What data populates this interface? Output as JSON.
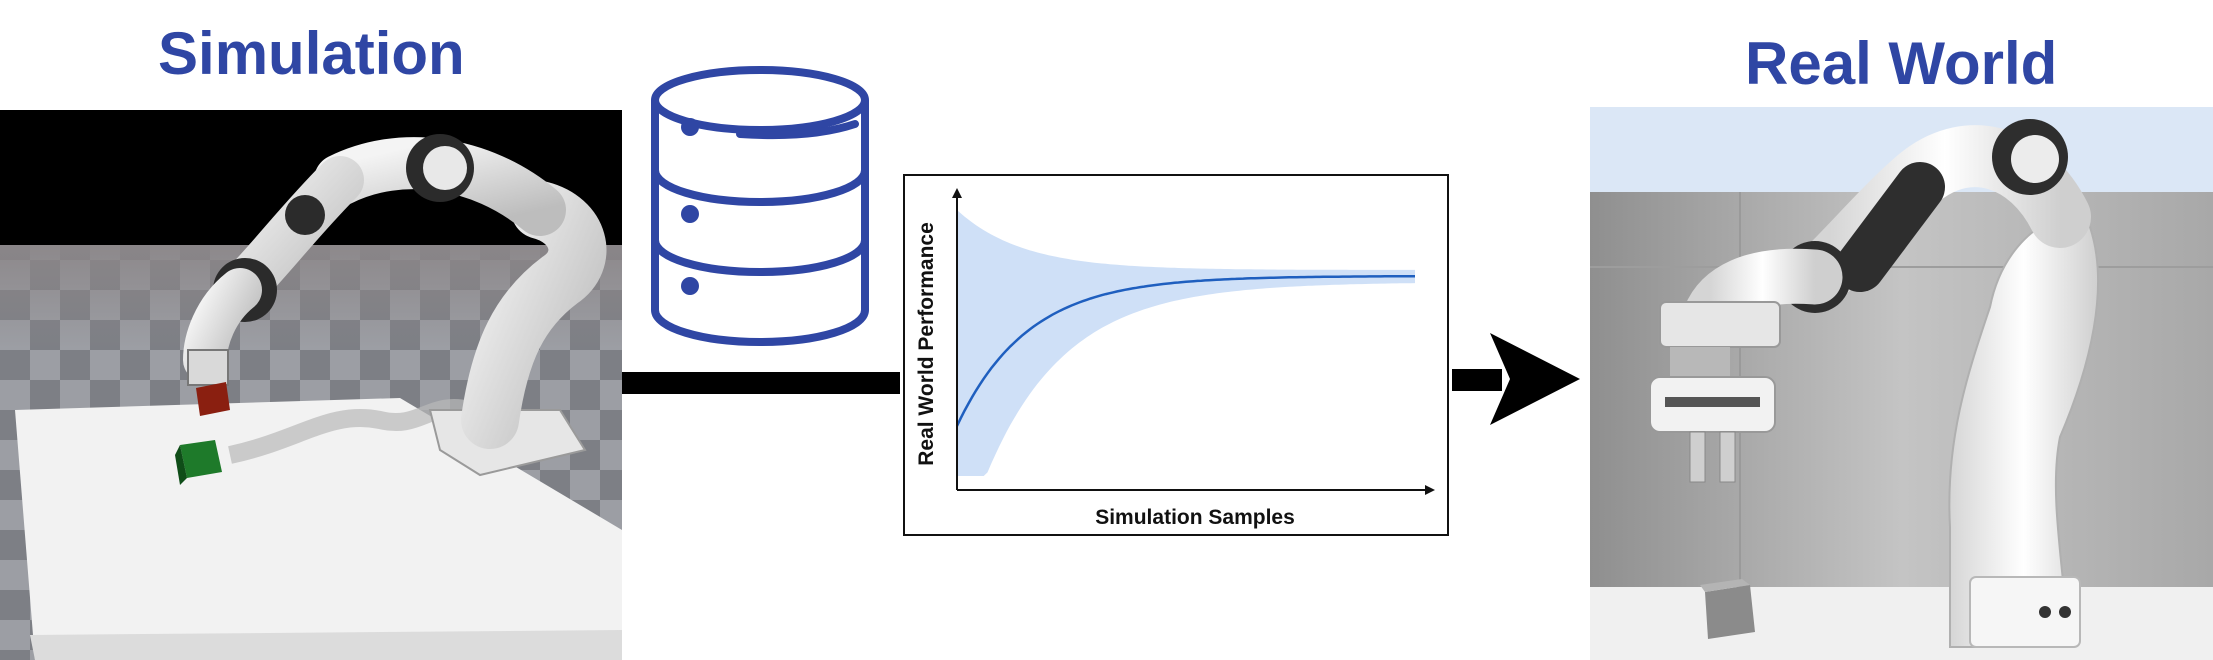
{
  "labels": {
    "sim_title": "Simulation",
    "real_title": "Real World"
  },
  "colors": {
    "title": "#2f46a4",
    "db_icon": "#2f46a4",
    "curve": "#1f5fbf",
    "band": "#cfe0f7"
  },
  "icons": {
    "database": "database-icon",
    "arrow": "arrow-right-icon"
  },
  "chart_data": {
    "type": "line",
    "xlabel": "Simulation Samples",
    "ylabel": "Real World Performance",
    "ticks": false,
    "grid": false,
    "series": [
      {
        "values": "saturating curve rising steeply then plateauing"
      }
    ]
  }
}
